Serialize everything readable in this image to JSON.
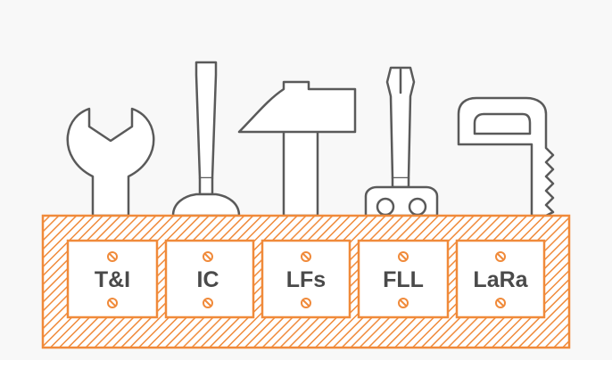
{
  "colors": {
    "accent": "#f08a3a",
    "stroke": "#5a5a5a",
    "label_text": "#4a4a4a",
    "background": "#f8f8f8"
  },
  "toolbox": {
    "labels": [
      {
        "text": "T&I",
        "tool": "wrench-icon"
      },
      {
        "text": "IC",
        "tool": "flathead-screwdriver-icon"
      },
      {
        "text": "LFs",
        "tool": "hammer-icon"
      },
      {
        "text": "FLL",
        "tool": "phillips-screwdriver-icon"
      },
      {
        "text": "LaRa",
        "tool": "saw-icon"
      }
    ]
  }
}
